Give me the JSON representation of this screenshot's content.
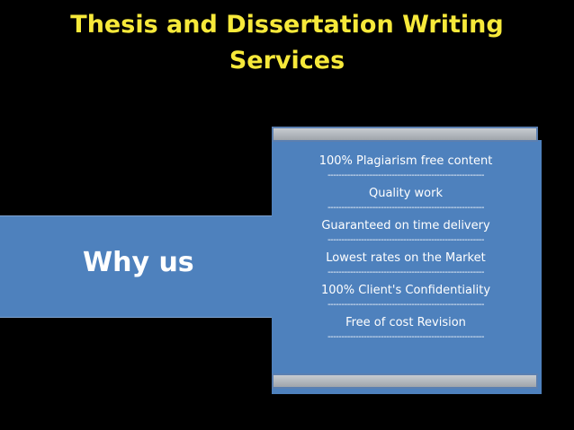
{
  "slide": {
    "title": "Thesis and Dissertation Writing Services",
    "why_label": "Why us",
    "separator": "--------------------------------------------------------",
    "items": [
      {
        "label": "100% Plagiarism free content"
      },
      {
        "label": "Quality work"
      },
      {
        "label": "Guaranteed on time delivery"
      },
      {
        "label": "Lowest rates on the Market"
      },
      {
        "label": "100% Client's Confidentiality"
      },
      {
        "label": "Free of cost Revision"
      }
    ]
  },
  "colors": {
    "background": "#000000",
    "title": "#f7e93a",
    "box": "#4e81bd",
    "text": "#ffffff"
  }
}
